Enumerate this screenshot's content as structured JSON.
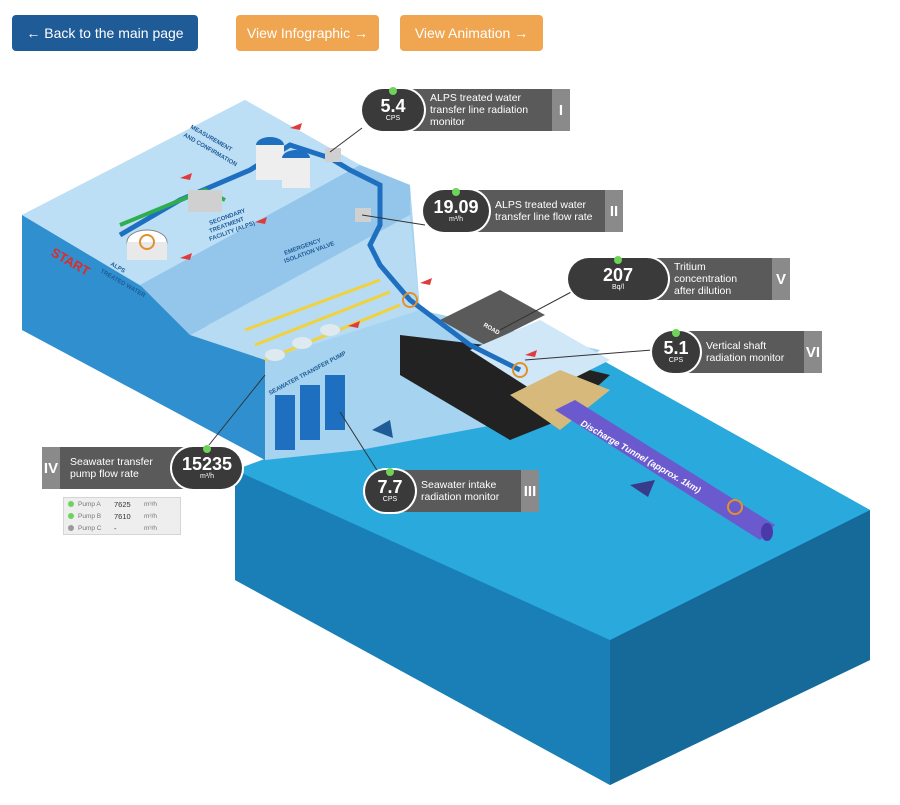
{
  "nav": {
    "back_label": "← Back to the main page",
    "infographic_label": "View Infographic →",
    "animation_label": "View Animation →"
  },
  "scene": {
    "start_label": "START",
    "alps_water_label": [
      "ALPS",
      "TREATED WATER"
    ],
    "measurement_label": [
      "MEASUREMENT",
      "AND CONFIRMATION"
    ],
    "secondary_label": [
      "SECONDARY",
      "TREATMENT",
      "FACILITY (ALPS)"
    ],
    "isolation_label": [
      "EMERGENCY",
      "ISOLATION VALVE"
    ],
    "pump_label": "SEAWATER TRANSFER PUMP",
    "road_label": "ROAD",
    "tunnel_label": "Discharge Tunnel (approx. 1km)"
  },
  "monitors": [
    {
      "roman": "I",
      "value": "5.4",
      "unit": "CPS",
      "desc": [
        "ALPS treated water",
        "transfer line radiation",
        "monitor"
      ]
    },
    {
      "roman": "II",
      "value": "19.09",
      "unit": "m³/h",
      "desc": [
        "ALPS treated water",
        "transfer line flow rate"
      ]
    },
    {
      "roman": "III",
      "value": "7.7",
      "unit": "CPS",
      "desc": [
        "Seawater intake",
        "radiation monitor"
      ]
    },
    {
      "roman": "IV",
      "value": "15235",
      "unit": "m³/h",
      "desc": [
        "Seawater transfer",
        "pump flow rate"
      ]
    },
    {
      "roman": "V",
      "value": "207",
      "unit": "Bq/l",
      "desc": [
        "Tritium concentration",
        "after dilution"
      ]
    },
    {
      "roman": "VI",
      "value": "5.1",
      "unit": "CPS",
      "desc": [
        "Vertical shaft",
        "radiation monitor"
      ]
    }
  ],
  "pumps": [
    {
      "name": "Pump A",
      "value": "7625",
      "unit": "m³/h",
      "status_color": "#6fd35a"
    },
    {
      "name": "Pump B",
      "value": "7610",
      "unit": "m³/h",
      "status_color": "#6fd35a"
    },
    {
      "name": "Pump C",
      "value": "-",
      "unit": "m³/h",
      "status_color": "#9a9a9a"
    }
  ],
  "colors": {
    "primary": "#1f5b96",
    "secondary": "#f0a550",
    "status_ok": "#6fd35a"
  }
}
